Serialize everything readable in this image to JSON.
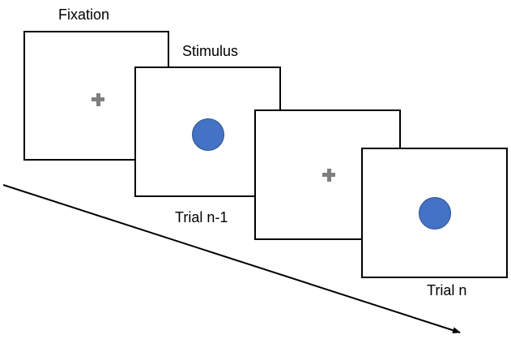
{
  "labels": {
    "fixation": "Fixation",
    "stimulus": "Stimulus",
    "trial_prev": "Trial n-1",
    "trial_curr": "Trial n"
  },
  "colors": {
    "stimulus_fill": "#4472c4",
    "fixation_cross": "#7f7f7f",
    "frame_border": "#000000"
  },
  "icons": [
    "fixation-cross-icon",
    "stimulus-circle-icon",
    "time-arrow-icon"
  ]
}
